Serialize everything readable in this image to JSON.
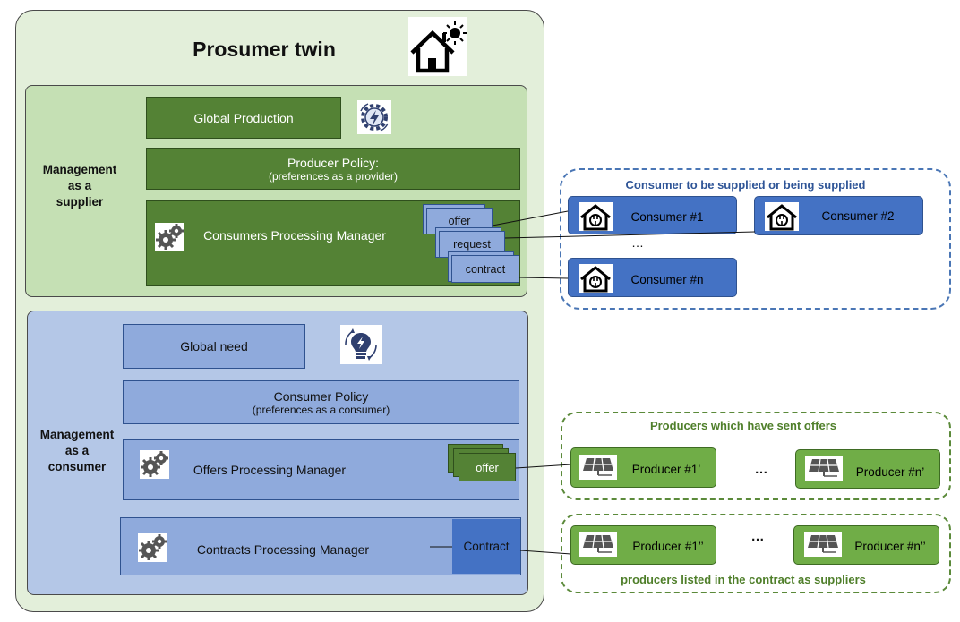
{
  "title": "Prosumer twin",
  "supplier_section": {
    "label_line1": "Management",
    "label_line2": "as a",
    "label_line3": "supplier",
    "global_production": "Global Production",
    "policy_title": "Producer Policy:",
    "policy_subtitle": "(preferences as a provider)",
    "manager": "Consumers Processing Manager",
    "docs": [
      "offer",
      "request",
      "contract"
    ]
  },
  "consumer_section": {
    "label_line1": "Management",
    "label_line2": "as a",
    "label_line3": "consumer",
    "global_need": "Global need",
    "policy_title": "Consumer Policy",
    "policy_subtitle": "(preferences as a consumer)",
    "offers_manager": "Offers Processing Manager",
    "offer_doc": "offer",
    "contracts_manager": "Contracts Processing Manager",
    "contract_doc": "Contract"
  },
  "consumers_group": {
    "title": "Consumer to be supplied  or being supplied",
    "items": [
      "Consumer #1",
      "Consumer #2",
      "Consumer #n"
    ],
    "ellipsis": "…"
  },
  "offers_group": {
    "title": "Producers which have sent offers",
    "items": [
      "Producer #1’",
      "Producer #n’"
    ],
    "ellipsis": "…"
  },
  "contract_group": {
    "title": "producers listed in the contract as suppliers",
    "items": [
      "Producer #1’’",
      "Producer #n’’"
    ],
    "ellipsis": "…"
  },
  "icons": [
    "house-sun-icon",
    "gear-bolt-icon",
    "bulb-cycle-icon",
    "gears-icon",
    "house-plug-icon",
    "solar-panel-icon"
  ],
  "colors": {
    "outer_panel": "#e3efda",
    "supplier_panel": "#c5e0b4",
    "consumer_panel": "#b4c7e7",
    "dark_green": "#548235",
    "light_blue": "#8faadc",
    "consumer_blue": "#4472c4",
    "producer_green": "#70ad47"
  }
}
